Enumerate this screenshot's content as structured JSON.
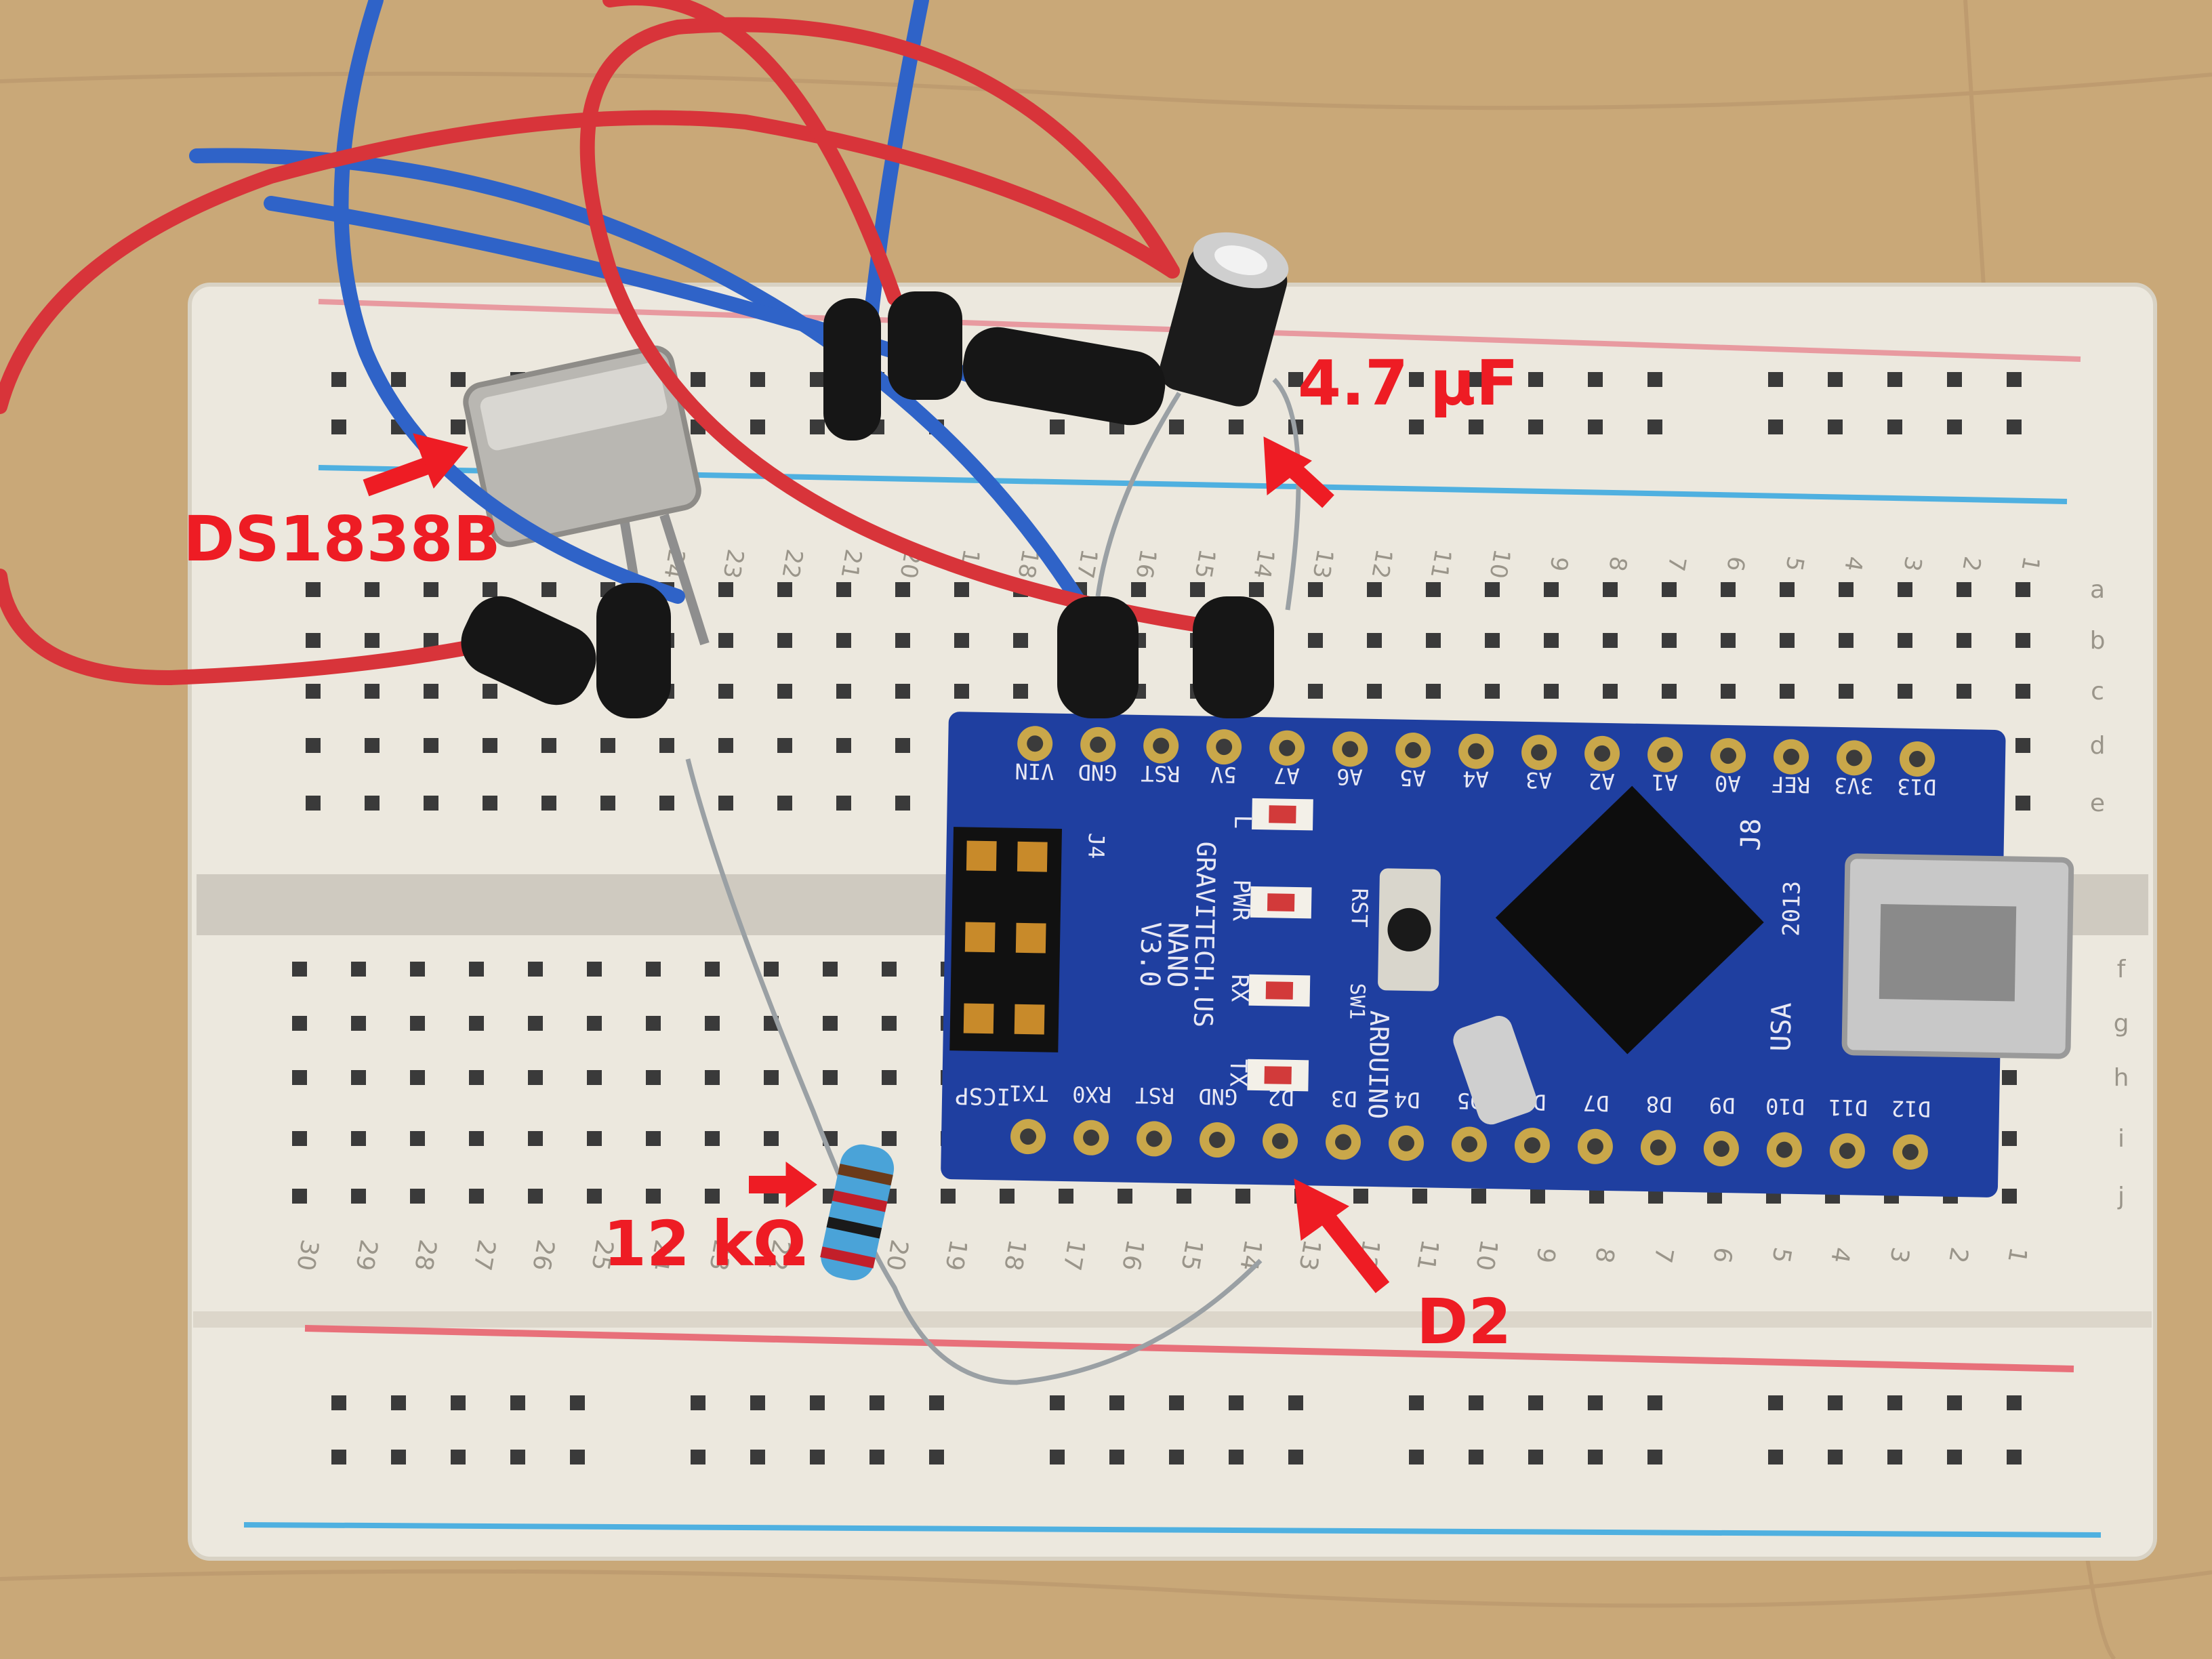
{
  "annotations": {
    "sensor_label": "DS1838B",
    "capacitor_label": "4.7 µF",
    "resistor_label": "12 kΩ",
    "pin_label": "D2"
  },
  "breadboard": {
    "top_numbers": [
      "1",
      "2",
      "3",
      "4",
      "5",
      "6",
      "7",
      "8",
      "9",
      "10",
      "11",
      "12",
      "13",
      "14",
      "15",
      "16",
      "17",
      "18",
      "19",
      "20",
      "21",
      "22",
      "23",
      "24"
    ],
    "bottom_numbers": [
      "1",
      "2",
      "3",
      "4",
      "5",
      "6",
      "7",
      "8",
      "9",
      "10",
      "11",
      "12",
      "13",
      "14",
      "15",
      "16",
      "17",
      "18",
      "19",
      "20",
      "21",
      "22",
      "23",
      "24",
      "25",
      "26",
      "27",
      "28",
      "29",
      "30"
    ],
    "row_letters_top": [
      "a",
      "b",
      "c",
      "d",
      "e"
    ],
    "row_letters_bottom": [
      "f",
      "g",
      "h",
      "i",
      "j"
    ]
  },
  "board": {
    "top_pins": [
      "VIN",
      "GND",
      "RST",
      "5V",
      "A7",
      "A6",
      "A5",
      "A4",
      "A3",
      "A2",
      "A1",
      "A0",
      "REF",
      "3V3",
      "D13"
    ],
    "bottom_pins": [
      "TX1",
      "RX0",
      "RST",
      "GND",
      "D2",
      "D3",
      "D4",
      "D5",
      "D6",
      "D7",
      "D8",
      "D9",
      "D10",
      "D11",
      "D12"
    ],
    "silk_name": "NANO",
    "silk_version": "V3.0",
    "silk_maker": "GRAVITECH.US",
    "silk_brand": "ARDUINO",
    "silk_usa": "USA",
    "silk_year": "2013",
    "silk_j8": "J8",
    "silk_j4": "J4",
    "silk_icsp": "ICSP",
    "silk_sw1": "SW1",
    "silk_rst": "RST",
    "led_l": "L",
    "led_pwr": "PWR",
    "led_rx": "RX",
    "led_tx": "TX"
  },
  "colors": {
    "annotation": "#ee1c24",
    "wire_red": "#d8343a",
    "wire_blue": "#2f63c8",
    "board_blue": "#1f3fa0",
    "breadboard": "#ece8de",
    "table": "#c9a878"
  }
}
